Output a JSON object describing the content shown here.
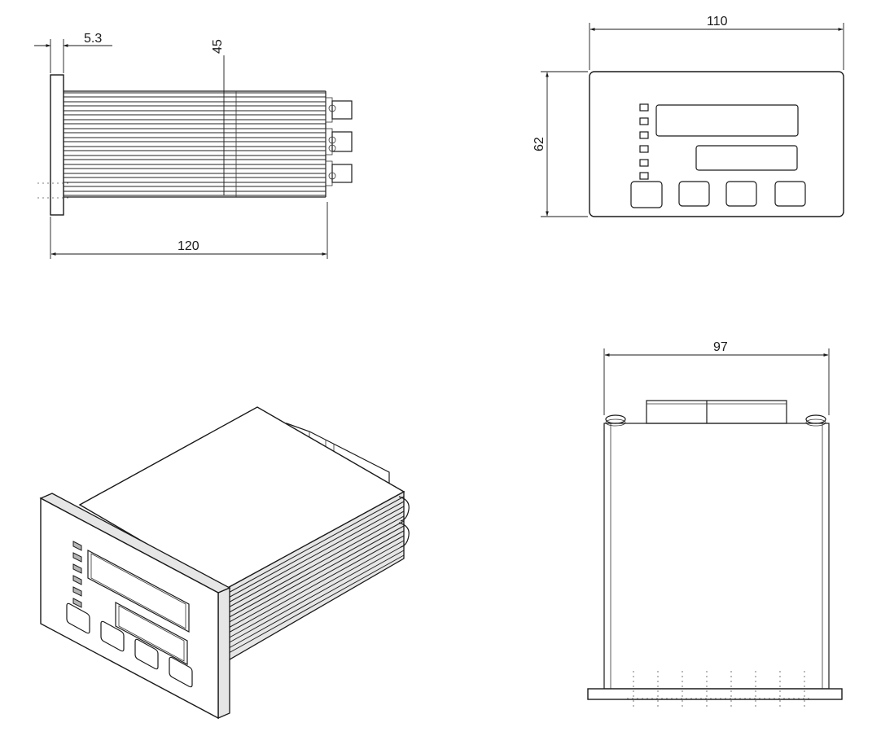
{
  "dimensions": {
    "side_flange_thickness": "5.3",
    "side_height": "45",
    "side_depth": "120",
    "front_width": "110",
    "front_height": "62",
    "top_width": "97"
  }
}
